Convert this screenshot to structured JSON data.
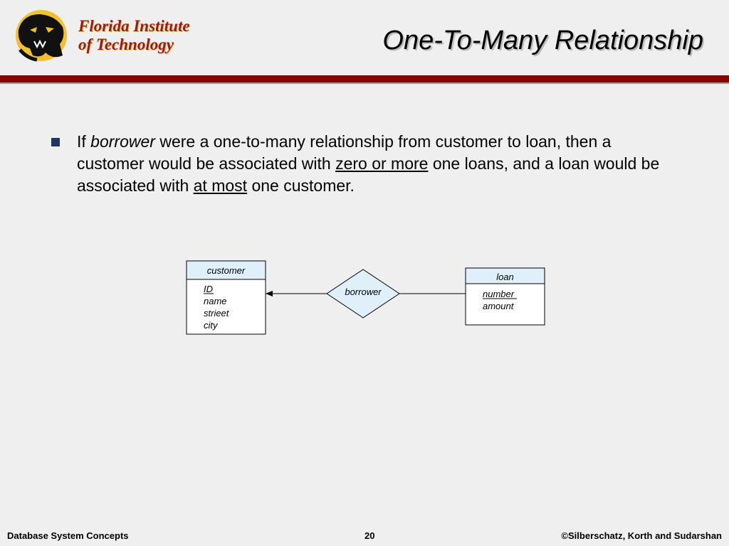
{
  "header": {
    "logo_line1": "Florida Institute",
    "logo_line2": "of Technology",
    "title": "One-To-Many Relationship"
  },
  "bullet": {
    "part1": "If ",
    "part2_italic": "borrower",
    "part3": " were a one-to-many relationship from customer to loan, then a customer would be associated with ",
    "part4_underlined": "zero or more",
    "part5": " one loans, and a loan would be associated with ",
    "part6_underlined": "at most",
    "part7": " one customer."
  },
  "diagram": {
    "entities": [
      {
        "name": "customer",
        "attributes": [
          {
            "text": "ID",
            "primary_key": true
          },
          {
            "text": "name",
            "primary_key": false
          },
          {
            "text": "strieet",
            "primary_key": false
          },
          {
            "text": "city",
            "primary_key": false
          }
        ]
      },
      {
        "name": "loan",
        "attributes": [
          {
            "text": "number",
            "primary_key": true
          },
          {
            "text": "amount",
            "primary_key": false
          }
        ]
      }
    ],
    "relationship": {
      "name": "borrower"
    },
    "colors": {
      "entity_header": "#dff0fb",
      "relationship_fill": "#dff0fb",
      "line": "#000000"
    }
  },
  "footer": {
    "left": "Database System Concepts",
    "center": "20",
    "right": "©Silberschatz, Korth and Sudarshan"
  }
}
